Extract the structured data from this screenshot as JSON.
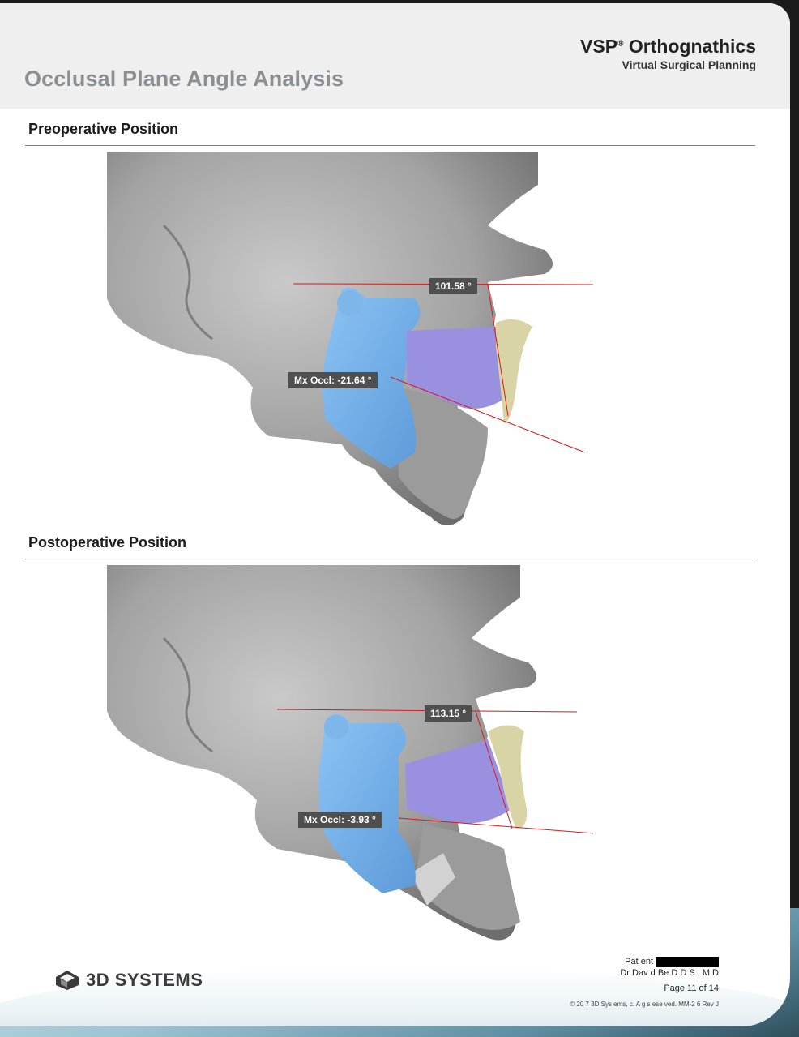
{
  "header": {
    "title": "Occlusal Plane Angle Analysis",
    "brand": "VSP",
    "brand_mark": "®",
    "brand_suffix": " Orthognathics",
    "subtitle": "Virtual Surgical Planning"
  },
  "preop": {
    "heading": "Preoperative Position",
    "angle_label": "101.58 °",
    "occl_label": "Mx Occl: -21.64 °"
  },
  "postop": {
    "heading": "Postoperative Position",
    "angle_label": "113.15 °",
    "occl_label": "Mx Occl: -3.93 °"
  },
  "footer": {
    "logo_text": "3D SYSTEMS",
    "patient_label": "Pat ent",
    "doctor": "Dr Dav d Be  D D S , M D",
    "page": "Page 11 of 14",
    "copyright": "© 20  7 3D Sys ems,    c. A    g   s  ese ved.  MM-2  6 Rev J"
  },
  "colors": {
    "skull": "#a8a8a8",
    "mandible_segment": "#7fb6ea",
    "maxilla_segment": "#9a90e0",
    "chin_segment": "#d8d4a6",
    "measure_line": "#d8191b",
    "label_bg": "#4f4f4f"
  }
}
